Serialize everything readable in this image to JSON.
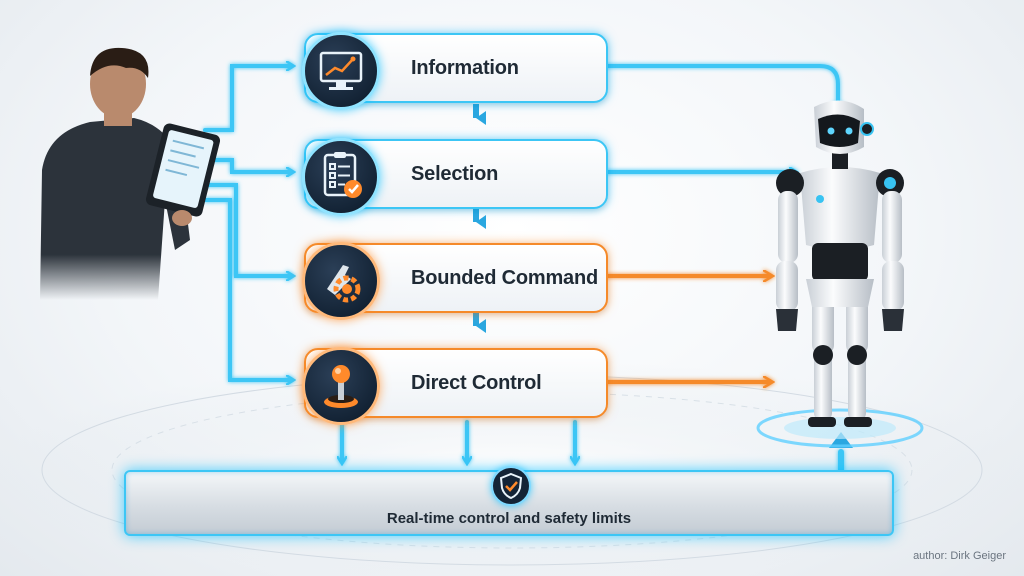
{
  "stages": [
    {
      "label": "Information",
      "icon": "monitor-chart-icon",
      "accent": "#3cc6f5"
    },
    {
      "label": "Selection",
      "icon": "checklist-icon",
      "accent": "#3cc6f5"
    },
    {
      "label": "Bounded Command",
      "icon": "gear-wrench-icon",
      "accent": "#f58a2a"
    },
    {
      "label": "Direct Control",
      "icon": "joystick-icon",
      "accent": "#f58a2a"
    }
  ],
  "safety_layer": {
    "label": "Real-time control and safety limits",
    "icon": "shield-check-icon"
  },
  "actors": {
    "operator": "operator-with-tablet-icon",
    "robot": "humanoid-robot-icon"
  },
  "credit": "author: Dirk Geiger",
  "colors": {
    "connector_blue": "#3cc6f5",
    "connector_orange": "#f58a2a",
    "text": "#1f2a35"
  }
}
